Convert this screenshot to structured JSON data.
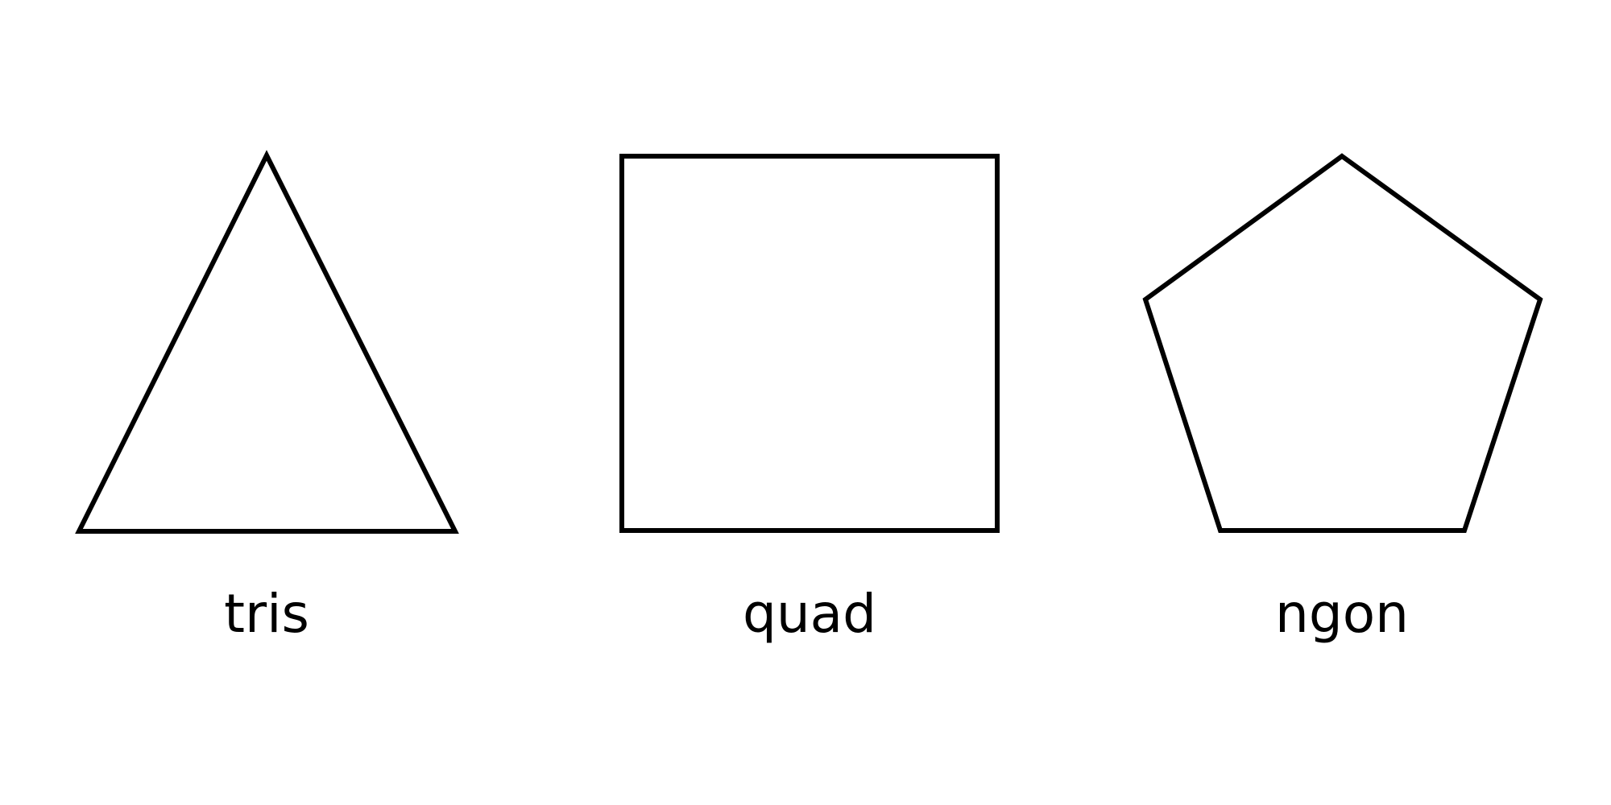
{
  "colors": {
    "background": "#ffffff",
    "stroke": "#000000",
    "text": "#000000"
  },
  "shapes": [
    {
      "id": "triangle",
      "sides": 3,
      "label": "tris"
    },
    {
      "id": "square",
      "sides": 4,
      "label": "quad"
    },
    {
      "id": "pentagon",
      "sides": 5,
      "label": "ngon"
    }
  ]
}
